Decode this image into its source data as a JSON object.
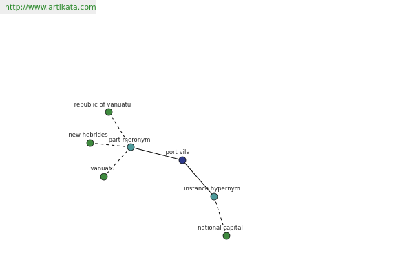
{
  "header": {
    "source_url": "http://www.artikata.com"
  },
  "colors": {
    "center_node": "#2e3a8c",
    "relation_node": "#4d9a9a",
    "leaf_node": "#3f8a3f",
    "solid_edge": "#000000",
    "dashed_edge": "#000000",
    "url_text": "#2b8a2b"
  },
  "graph": {
    "nodes": [
      {
        "id": "port_vila",
        "label": "port vila",
        "kind": "center"
      },
      {
        "id": "part_meronym",
        "label": "part meronym",
        "kind": "relation"
      },
      {
        "id": "instance_hypernym",
        "label": "instance hypernym",
        "kind": "relation"
      },
      {
        "id": "republic_of_vanuatu",
        "label": "republic of vanuatu",
        "kind": "leaf"
      },
      {
        "id": "new_hebrides",
        "label": "new hebrides",
        "kind": "leaf"
      },
      {
        "id": "vanuatu",
        "label": "vanuatu",
        "kind": "leaf"
      },
      {
        "id": "national_capital",
        "label": "national capital",
        "kind": "leaf"
      }
    ],
    "edges": [
      {
        "from": "port_vila",
        "to": "part_meronym",
        "style": "solid"
      },
      {
        "from": "port_vila",
        "to": "instance_hypernym",
        "style": "solid"
      },
      {
        "from": "part_meronym",
        "to": "republic_of_vanuatu",
        "style": "dashed"
      },
      {
        "from": "part_meronym",
        "to": "new_hebrides",
        "style": "dashed"
      },
      {
        "from": "part_meronym",
        "to": "vanuatu",
        "style": "dashed"
      },
      {
        "from": "instance_hypernym",
        "to": "national_capital",
        "style": "dashed"
      }
    ]
  }
}
